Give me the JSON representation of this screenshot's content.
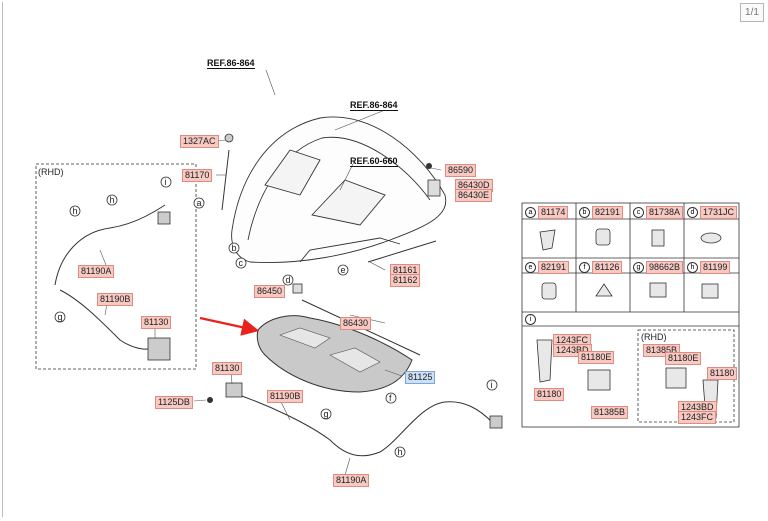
{
  "pager": "1/1",
  "refs": [
    "REF.86-864",
    "REF.86-864",
    "REF.60-660"
  ],
  "rhd_main": "(RHD)",
  "parts": [
    {
      "id": "1327AC"
    },
    {
      "id": "81170"
    },
    {
      "id": "81190A"
    },
    {
      "id": "81190B"
    },
    {
      "id": "81130"
    },
    {
      "id": "86590"
    },
    {
      "id": "86430D"
    },
    {
      "id": "86430E"
    },
    {
      "id": "81161"
    },
    {
      "id": "81162"
    },
    {
      "id": "86450"
    },
    {
      "id": "86430"
    },
    {
      "id": "81125"
    },
    {
      "id": "81130"
    },
    {
      "id": "1125DB"
    },
    {
      "id": "81190B"
    },
    {
      "id": "81190A"
    }
  ],
  "circle_letters": [
    "a",
    "b",
    "c",
    "d",
    "e",
    "f",
    "g",
    "h",
    "i"
  ],
  "table": {
    "row1": [
      {
        "letter": "a",
        "part": "81174"
      },
      {
        "letter": "b",
        "part": "82191"
      },
      {
        "letter": "c",
        "part": "81738A"
      },
      {
        "letter": "d",
        "part": "1731JC"
      }
    ],
    "row2": [
      {
        "letter": "e",
        "part": "82191"
      },
      {
        "letter": "f",
        "part": "81126"
      },
      {
        "letter": "g",
        "part": "98662B"
      },
      {
        "letter": "h",
        "part": "81199"
      }
    ],
    "i_letter": "i",
    "i_parts": {
      "p1243FC": "1243FC",
      "p1243BD": "1243BD",
      "p81180E": "81180E",
      "p81180": "81180",
      "p81385B": "81385B"
    },
    "rhd": "(RHD)",
    "rhd_parts": {
      "p81385B": "81385B",
      "p81180E": "81180E",
      "p81180": "81180",
      "p1243BD": "1243BD",
      "p1243FC": "1243FC"
    }
  },
  "colors": {
    "label_bg": "#f6c9c3",
    "label_border": "#e08a80",
    "highlight_bg": "#cde0f5",
    "highlight_border": "#7aa6d8",
    "arrow": "#e8231b"
  }
}
